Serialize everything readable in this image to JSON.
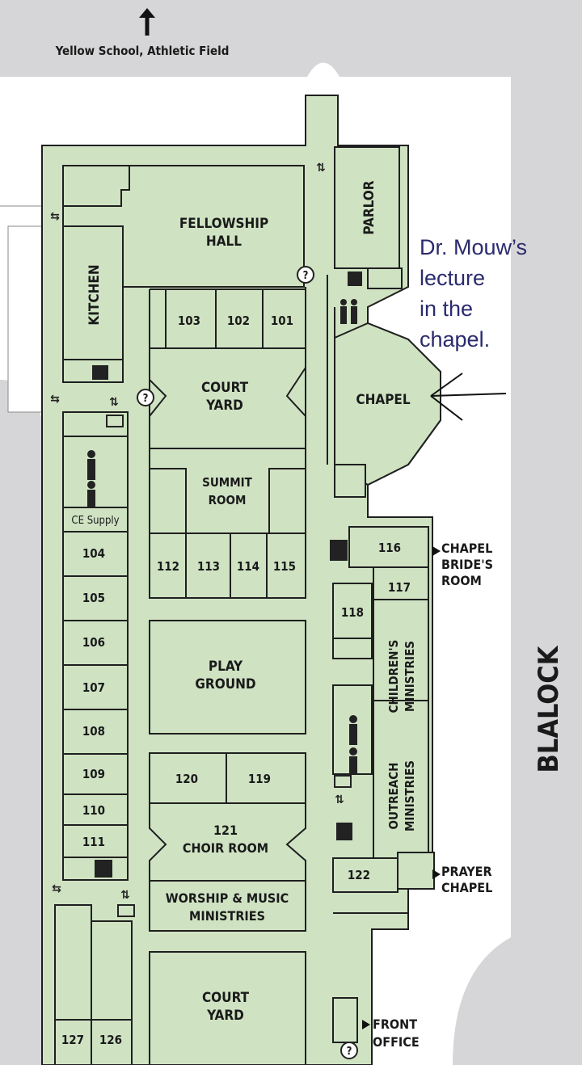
{
  "map": {
    "top_label": "Yellow School, Athletic Field",
    "street": "BLALOCK",
    "annotation": "Dr. Mouw’s\nlecture\nin the\nchapel.",
    "rooms": {
      "fellowship_hall": "FELLOWSHIP\nHALL",
      "parlor": "PARLOR",
      "kitchen": "KITCHEN",
      "r103": "103",
      "r102": "102",
      "r101": "101",
      "court_yard_north": "COURT\nYARD",
      "chapel": "CHAPEL",
      "summit_room": "SUMMIT\nROOM",
      "ce_supply": "CE Supply",
      "r104": "104",
      "r105": "105",
      "r106": "106",
      "r107": "107",
      "r108": "108",
      "r109": "109",
      "r110": "110",
      "r111": "111",
      "r112": "112",
      "r113": "113",
      "r114": "114",
      "r115": "115",
      "r116": "116",
      "r117": "117",
      "r118": "118",
      "chapel_brides_room": "CHAPEL\nBRIDE'S\nROOM",
      "childrens_ministries": "CHILDREN'S\nMINISTRIES",
      "outreach_ministries": "OUTREACH\nMINISTRIES",
      "play_ground": "PLAY\nGROUND",
      "r120": "120",
      "r119": "119",
      "choir_room": "121\nCHOIR ROOM",
      "worship_music": "WORSHIP & MUSIC\nMINISTRIES",
      "r122": "122",
      "prayer_chapel": "PRAYER\nCHAPEL",
      "court_yard_south": "COURT\nYARD",
      "front_office": "FRONT\nOFFICE",
      "r127": "127",
      "r126": "126"
    },
    "icons": [
      "north-arrow-icon",
      "stairs-icon",
      "elevator-icon",
      "restroom-icon",
      "info-icon",
      "pointer-arrow-icon"
    ],
    "colors": {
      "floor": "#cfe3c3",
      "road": "#d6d6d8",
      "annotation_text": "#2a2a6e"
    }
  }
}
